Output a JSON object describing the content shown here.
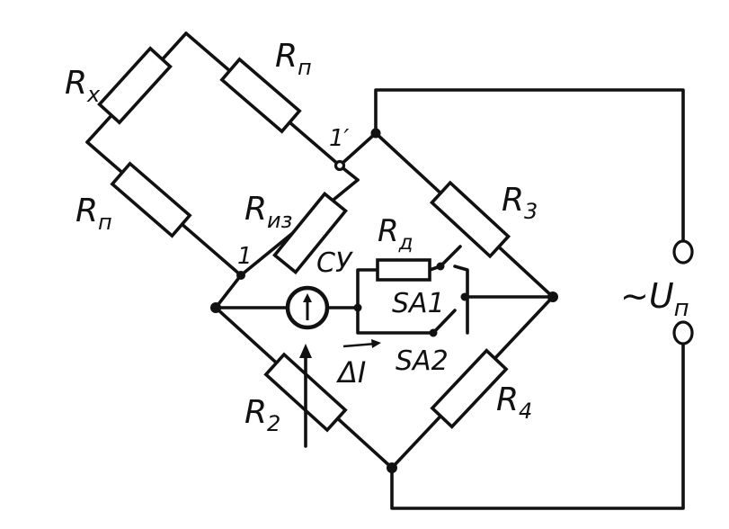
{
  "labels": {
    "rx": {
      "main": "R",
      "sub": "x"
    },
    "rp_top": {
      "main": "R",
      "sub": "п"
    },
    "rp_left": {
      "main": "R",
      "sub": "п"
    },
    "riz": {
      "main": "R",
      "sub": "из"
    },
    "r3": {
      "main": "R",
      "sub": "3"
    },
    "r2": {
      "main": "R",
      "sub": "2"
    },
    "r4": {
      "main": "R",
      "sub": "4"
    },
    "rd": {
      "main": "R",
      "sub": "д"
    },
    "node1p": "1′",
    "node1": "1",
    "cy": "СУ",
    "sa1": "SA1",
    "sa2": "SA2",
    "delta_i": "ΔI",
    "source": {
      "main": "~U",
      "sub": "п"
    }
  },
  "colors": {
    "ink": "#111111",
    "paper": "#ffffff"
  }
}
